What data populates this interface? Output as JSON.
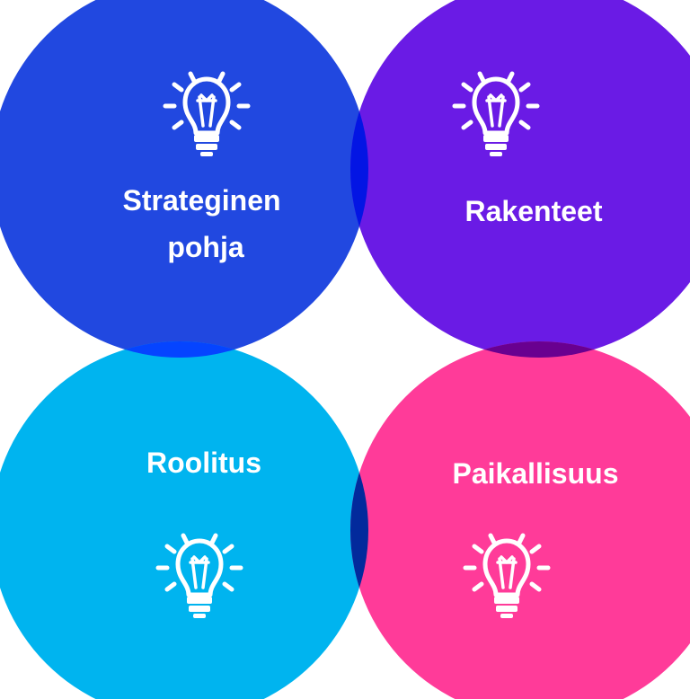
{
  "diagram": {
    "circles": [
      {
        "id": "strateginen-pohja",
        "label_lines": [
          "Strateginen",
          "pohja"
        ],
        "color": "#2148e0",
        "icon": "lightbulb-icon"
      },
      {
        "id": "rakenteet",
        "label_lines": [
          "Rakenteet"
        ],
        "color": "#6a1be5",
        "icon": "lightbulb-icon"
      },
      {
        "id": "roolitus",
        "label_lines": [
          "Roolitus"
        ],
        "color": "#00b4ef",
        "icon": "lightbulb-icon"
      },
      {
        "id": "paikallisuus",
        "label_lines": [
          "Paikallisuus"
        ],
        "color": "#ff3b99",
        "icon": "lightbulb-icon"
      }
    ],
    "overlaps": {
      "top": "#0315e4",
      "left": "#0544ff",
      "right": "#690090",
      "bottom": "#022a9c"
    },
    "label_color": "#ffffff"
  }
}
